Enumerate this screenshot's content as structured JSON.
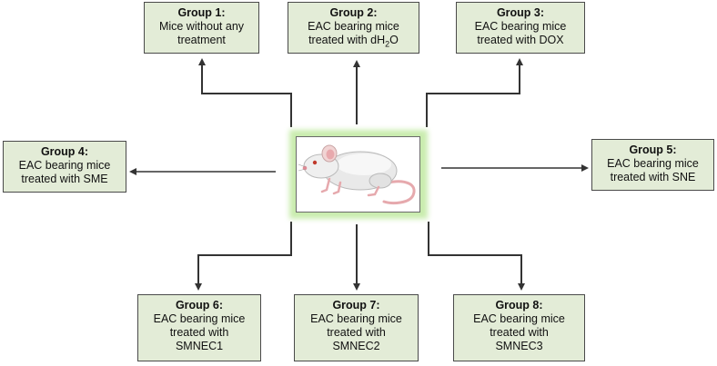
{
  "groups": [
    {
      "title": "Group 1:",
      "lines": [
        "Mice without any",
        "treatment"
      ]
    },
    {
      "title": "Group 2:",
      "lines": [
        "EAC bearing mice",
        "treated with dH"
      ],
      "sub": "2",
      "tail": "O"
    },
    {
      "title": "Group 3:",
      "lines": [
        "EAC bearing mice",
        "treated with DOX"
      ]
    },
    {
      "title": "Group 4:",
      "lines": [
        "EAC bearing mice",
        "treated with SME"
      ]
    },
    {
      "title": "Group 5:",
      "lines": [
        "EAC bearing mice",
        "treated with SNE"
      ]
    },
    {
      "title": "Group 6:",
      "lines": [
        "EAC bearing mice",
        "treated with",
        "SMNEC1"
      ]
    },
    {
      "title": "Group 7:",
      "lines": [
        "EAC bearing mice",
        "treated with",
        "SMNEC2"
      ]
    },
    {
      "title": "Group 8:",
      "lines": [
        "EAC bearing mice",
        "treated with",
        "SMNEC3"
      ]
    }
  ],
  "colors": {
    "box_fill": "#e3ecd7",
    "glow": "#c9ecae",
    "arrow": "#333333"
  },
  "center_image": "mouse-illustration"
}
